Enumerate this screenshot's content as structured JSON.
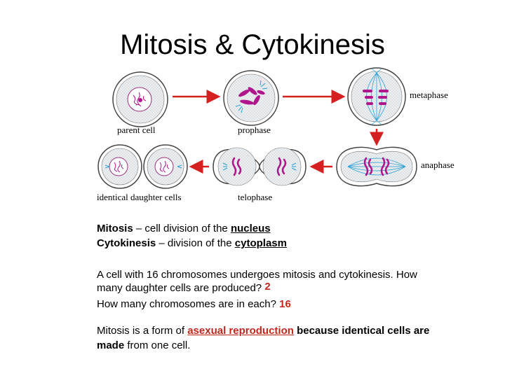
{
  "title": "Mitosis & Cytokinesis",
  "diagram": {
    "labels": {
      "parent": "parent cell",
      "prophase": "prophase",
      "metaphase": "metaphase",
      "anaphase": "anaphase",
      "telophase": "telophase",
      "daughters": "identical daughter cells"
    },
    "colors": {
      "arrow_red": "#d42020",
      "chromosome": "#b0168c",
      "spindle": "#2a9fd6",
      "membrane": "#444444",
      "cytoplasm_dots": "#c8c8c8"
    }
  },
  "definitions": {
    "mitosis_term": "Mitosis",
    "mitosis_text": " – cell division of the ",
    "mitosis_answer": "nucleus",
    "cytokinesis_term": "Cytokinesis",
    "cytokinesis_text": " – division of the ",
    "cytokinesis_answer": "cytoplasm"
  },
  "question": {
    "line1": "A cell with 16 chromosomes undergoes mitosis and cytokinesis.  How",
    "line2": "many daughter cells are produced? ",
    "answer1": "2",
    "line3": "How many chromosomes are in each? ",
    "answer2": "16"
  },
  "statement": {
    "prefix": "Mitosis is a form of  ",
    "answer": "asexual reproduction",
    "suffix": "  because identical cells are",
    "line2a": "made",
    "line2b": " from one cell."
  }
}
